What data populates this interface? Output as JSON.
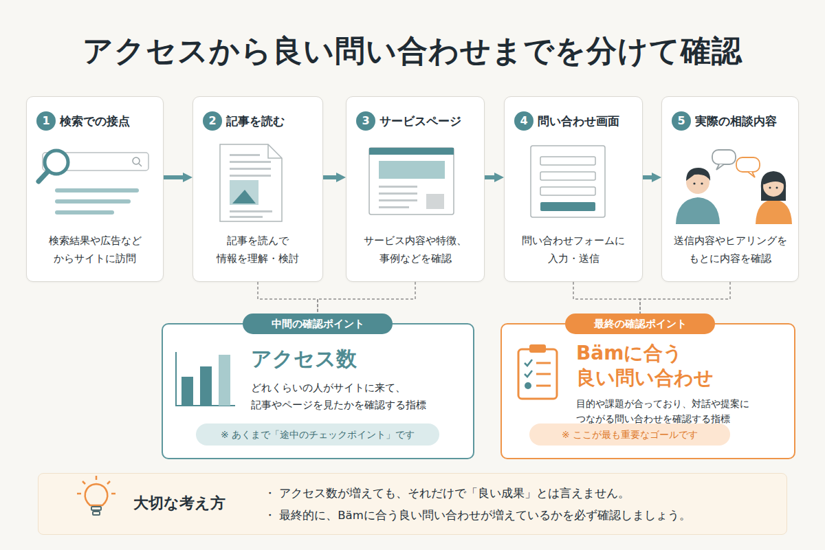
{
  "diagram": {
    "title": "アクセスから良い問い合わせまでを分けて確認",
    "nodes": [
      {
        "text": [
          "検索での接点",
          "検索結果や広告など からサイトに訪問"
        ]
      },
      {
        "text": [
          "1"
        ],
        "in": 0
      },
      {
        "text": [
          "記事を読む",
          "記事を読んで 情報を理解・検討"
        ]
      },
      {
        "text": [
          "2"
        ],
        "in": 2
      },
      {
        "text": [
          "サービスページ",
          "サービス内容や特徴、 事例などを確認"
        ]
      },
      {
        "text": [
          "3"
        ],
        "in": 4
      },
      {
        "text": [
          "問い合わせ画面",
          "問い合わせフォームに 入力・送信"
        ]
      },
      {
        "text": [
          "4"
        ],
        "in": 6
      },
      {
        "text": [
          "実際の相談内容",
          "送信内容やヒアリングを もとに内容を確認"
        ]
      },
      {
        "text": [
          "5"
        ],
        "in": 8
      },
      {
        "text": [
          "アクセス数",
          "どれくらいの人がサイトに来て、 記事やページを見たかを確認する指標"
        ]
      },
      {
        "text": [
          "中間の確認ポイント"
        ],
        "in": 10
      },
      {
        "text": [
          "※ あくまで「途中のチェックポイント」です"
        ],
        "in": 10
      },
      {
        "text": [
          "Bämに合う 良い問い合わせ",
          "目的や課題が合っており、対話や提案に つながる問い合わせを確認する指標"
        ]
      },
      {
        "text": [
          "最終の確認ポイント"
        ],
        "in": 13
      },
      {
        "text": [
          "※ ここが最も重要なゴールです"
        ],
        "in": 13
      },
      {
        "text": [
          "大切な考え方",
          "・ アクセス数が増えても、それだけで「良い成果」とは言えません。",
          "・ 最終的に、Bämに合う良い問い合わせが増えているかを必ず確認しましょう。"
        ]
      }
    ],
    "edges": [
      {
        "from": 0,
        "to": 2,
        "arrow": "to"
      },
      {
        "from": 2,
        "to": 4,
        "arrow": "to"
      },
      {
        "from": 4,
        "to": 6,
        "arrow": "to"
      },
      {
        "from": 6,
        "to": 8,
        "arrow": "to"
      },
      {
        "from": 2,
        "to": 11,
        "arrow": "none"
      },
      {
        "from": 4,
        "to": 11,
        "arrow": "none"
      },
      {
        "from": 6,
        "to": 14,
        "arrow": "none"
      },
      {
        "from": 8,
        "to": 14,
        "arrow": "none"
      }
    ]
  }
}
